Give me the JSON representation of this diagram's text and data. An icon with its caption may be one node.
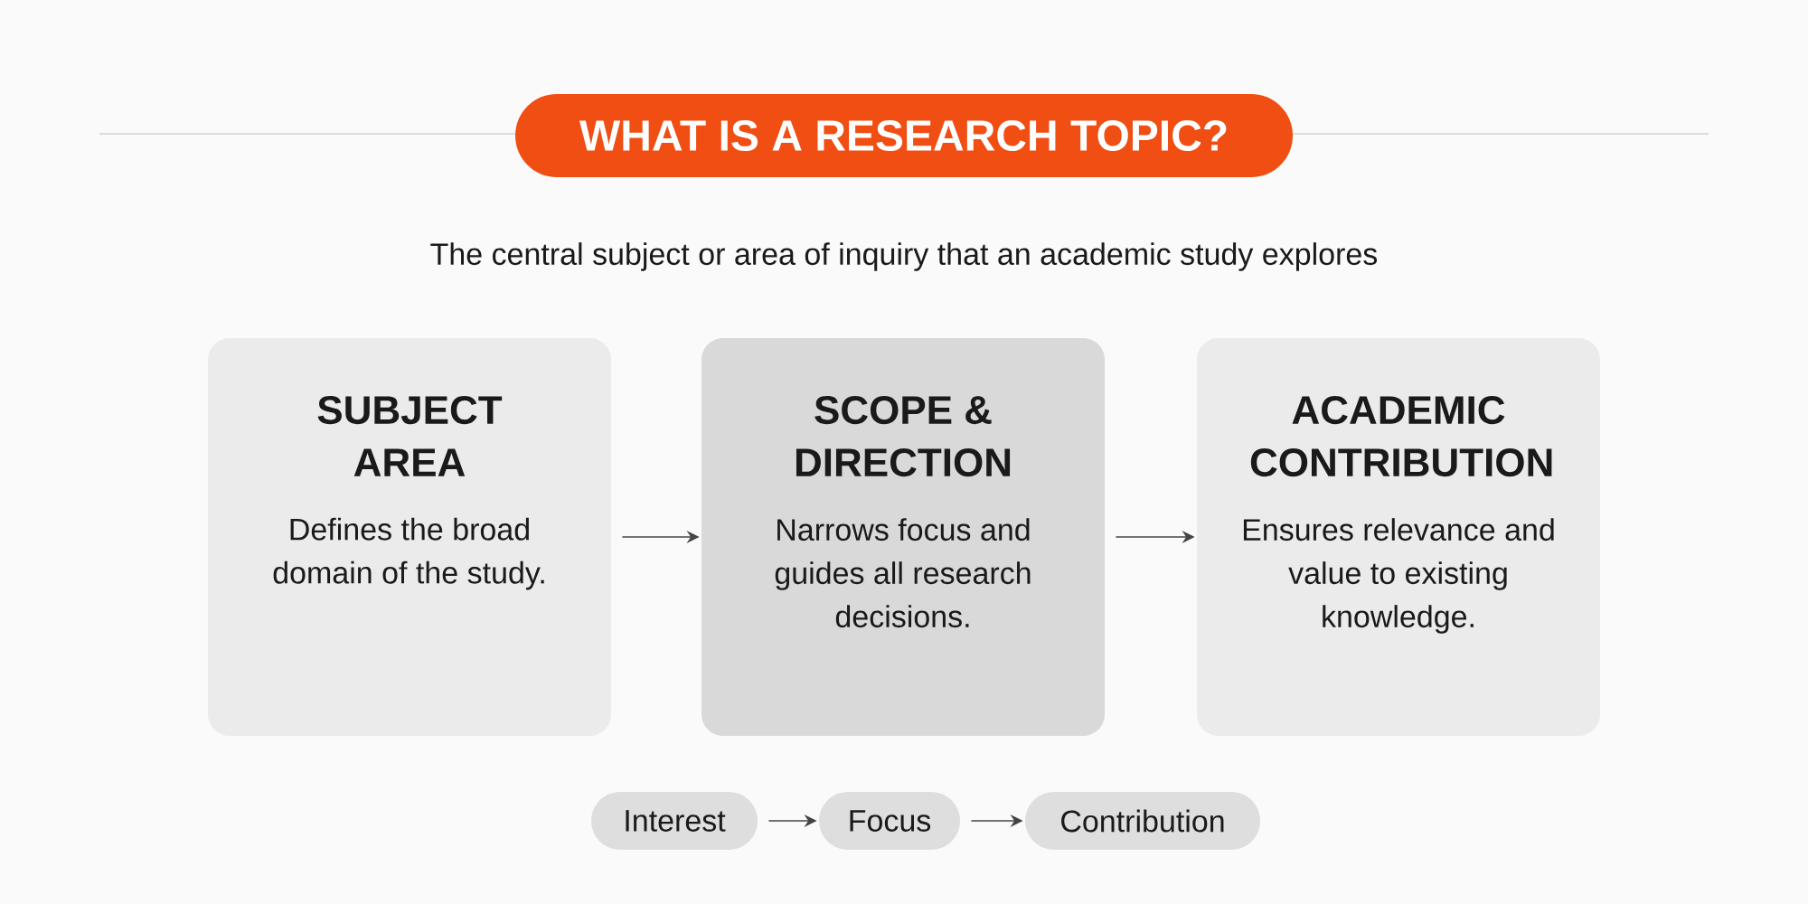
{
  "diagram": {
    "nodes": [
      {
        "text": [
          "WHAT IS A RESEARCH TOPIC?"
        ]
      },
      {
        "text": [
          "SUBJECT AREA",
          "Defines the broad domain of the study."
        ]
      },
      {
        "text": [
          "SCOPE & DIRECTION",
          "Narrows focus and guides all research decisions."
        ]
      },
      {
        "text": [
          "ACADEMIC CONTRIBUTION",
          "Ensures relevance and value to existing knowledge."
        ]
      },
      {
        "text": [
          "Interest"
        ]
      },
      {
        "text": [
          "Focus"
        ]
      },
      {
        "text": [
          "Contribution"
        ]
      }
    ],
    "edges": [
      {
        "from": 1,
        "to": 2,
        "arrow": "to"
      },
      {
        "from": 2,
        "to": 3,
        "arrow": "to"
      },
      {
        "from": 4,
        "to": 5,
        "arrow": "to"
      },
      {
        "from": 5,
        "to": 6,
        "arrow": "to"
      }
    ],
    "labels": [
      "The central subject or area of inquiry that an academic study explores"
    ]
  }
}
